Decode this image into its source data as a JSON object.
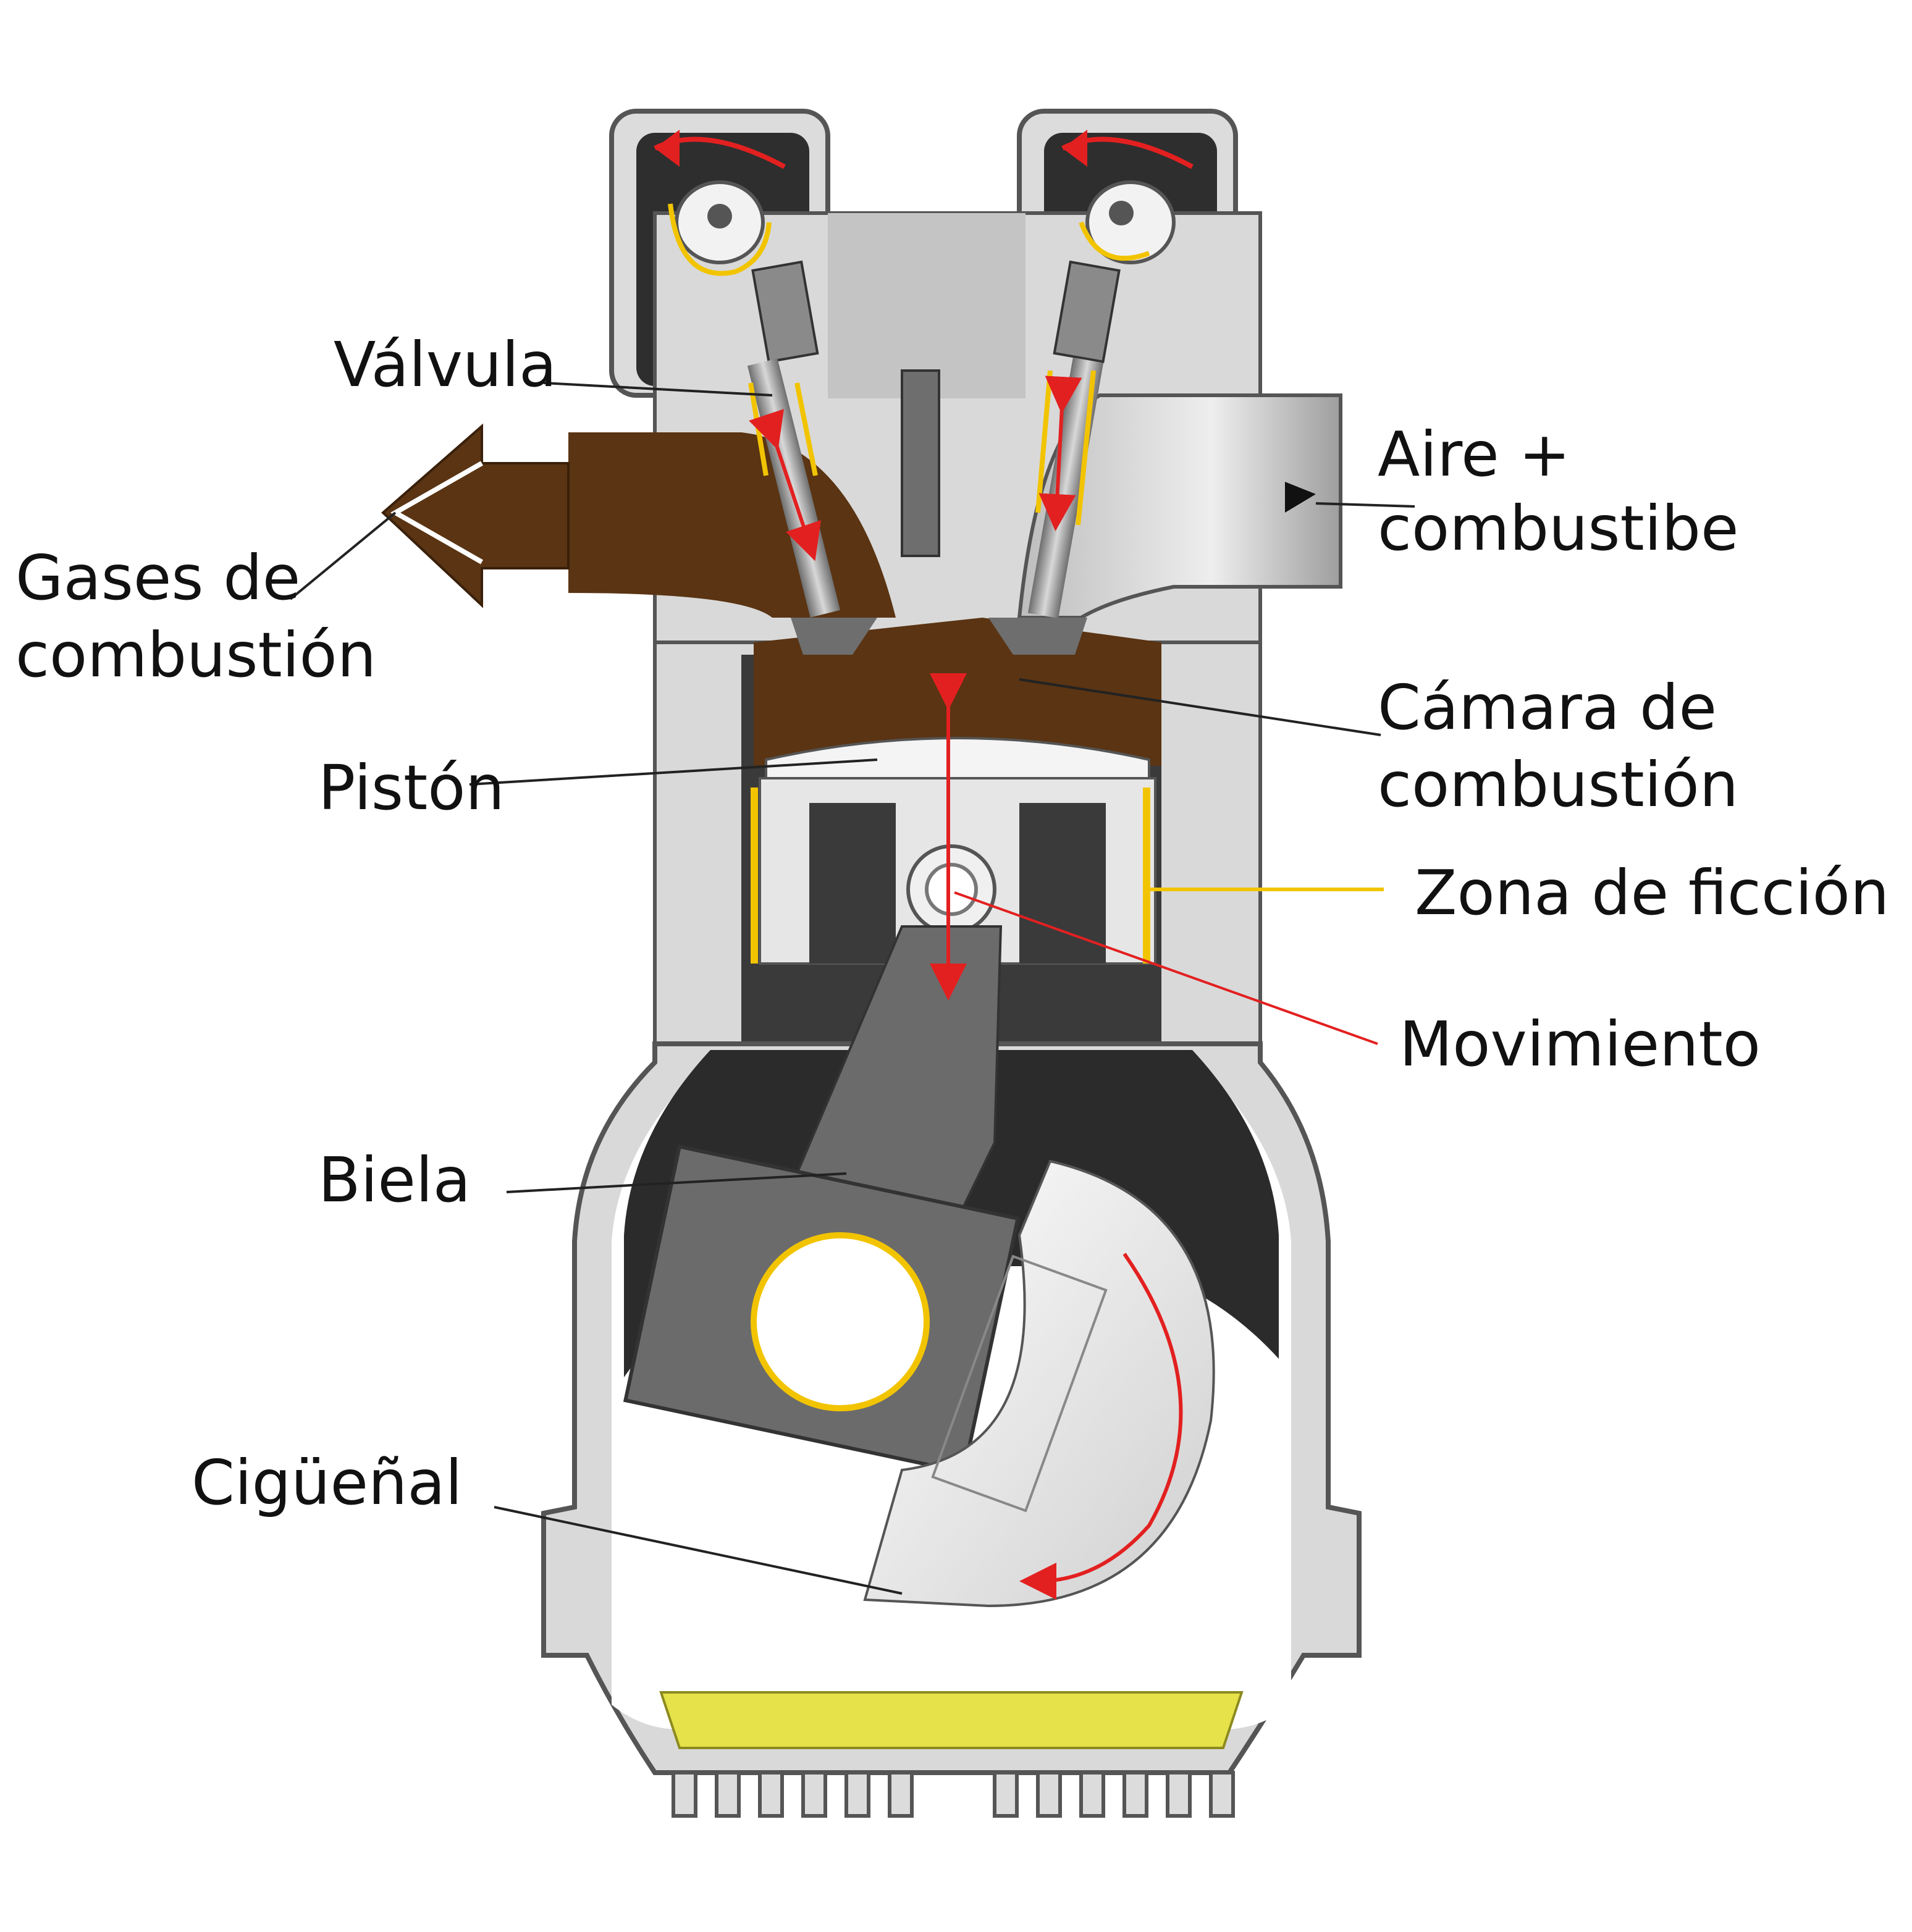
{
  "labels": {
    "valvula": "Válvula",
    "gases_line1": "Gases de",
    "gases_line2": "combustión",
    "aire_line1": "Aire +",
    "aire_line2": "combustibe",
    "camara_line1": "Cámara de",
    "camara_line2": "combustión",
    "piston": "Pistón",
    "zona": "Zona de ficción",
    "movimiento": "Movimiento",
    "biela": "Biela",
    "ciguenal": "Cigüeñal"
  },
  "colors": {
    "block": "#d9d9d9",
    "block_outline": "#555555",
    "dark_part": "#2e2e2e",
    "steel": "#8a8a8a",
    "exhaust_gas": "#5a3413",
    "friction_zone": "#f2c400",
    "oil": "#e6e34a",
    "movement_arrow": "#e32020",
    "leader_line": "#222222"
  }
}
